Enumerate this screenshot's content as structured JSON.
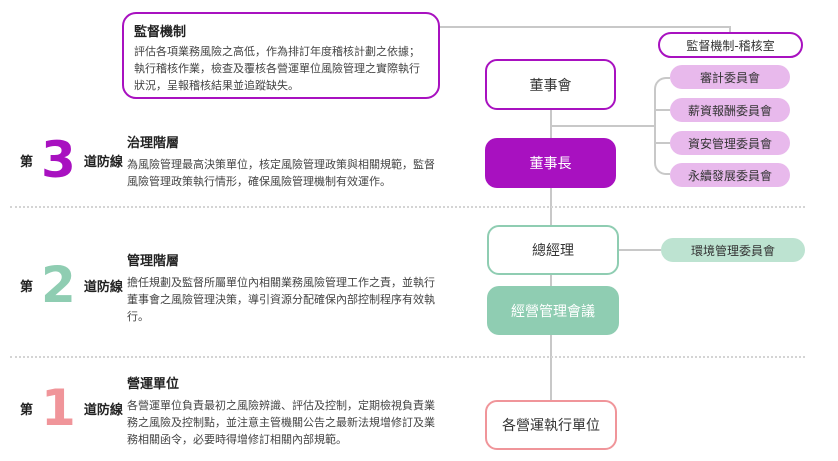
{
  "supervision": {
    "title": "監督機制",
    "text": "評估各項業務風險之高低，作為排訂年度稽核計劃之依據；執行稽核作業，檢查及覆核各營運單位風險管理之實際執行狀況，呈報稽核結果並追蹤缺失。"
  },
  "lines": [
    {
      "prefix": "第",
      "number": "3",
      "suffix": "道防線",
      "title": "治理階層",
      "text": "為風險管理最高決策單位，核定風險管理政策與相關規範，監督風險管理政策執行情形，確保風險管理機制有效運作。",
      "color": "#a811c0"
    },
    {
      "prefix": "第",
      "number": "2",
      "suffix": "道防線",
      "title": "管理階層",
      "text": "擔任規劃及監督所屬單位內相關業務風險管理工作之責，並執行董事會之風險管理決策，導引資源分配確保內部控制程序有效執行。",
      "color": "#8fcdb2"
    },
    {
      "prefix": "第",
      "number": "1",
      "suffix": "道防線",
      "title": "營運單位",
      "text": "各營運單位負責最初之風險辨識、評估及控制，定期檢視負責業務之風險及控制點，並注意主管機關公告之最新法規增修訂及業務相關函令，必要時得增修訂相關內部規範。",
      "color": "#f0959a"
    }
  ],
  "org": {
    "audit": "監督機制-稽核室",
    "board": "董事會",
    "chairman": "董事長",
    "committees": [
      "審計委員會",
      "薪資報酬委員會",
      "資安管理委員會",
      "永續發展委員會"
    ],
    "gm": "總經理",
    "env_committee": "環境管理委員會",
    "mgmt_meeting": "經營管理會議",
    "units": "各營運執行單位"
  }
}
